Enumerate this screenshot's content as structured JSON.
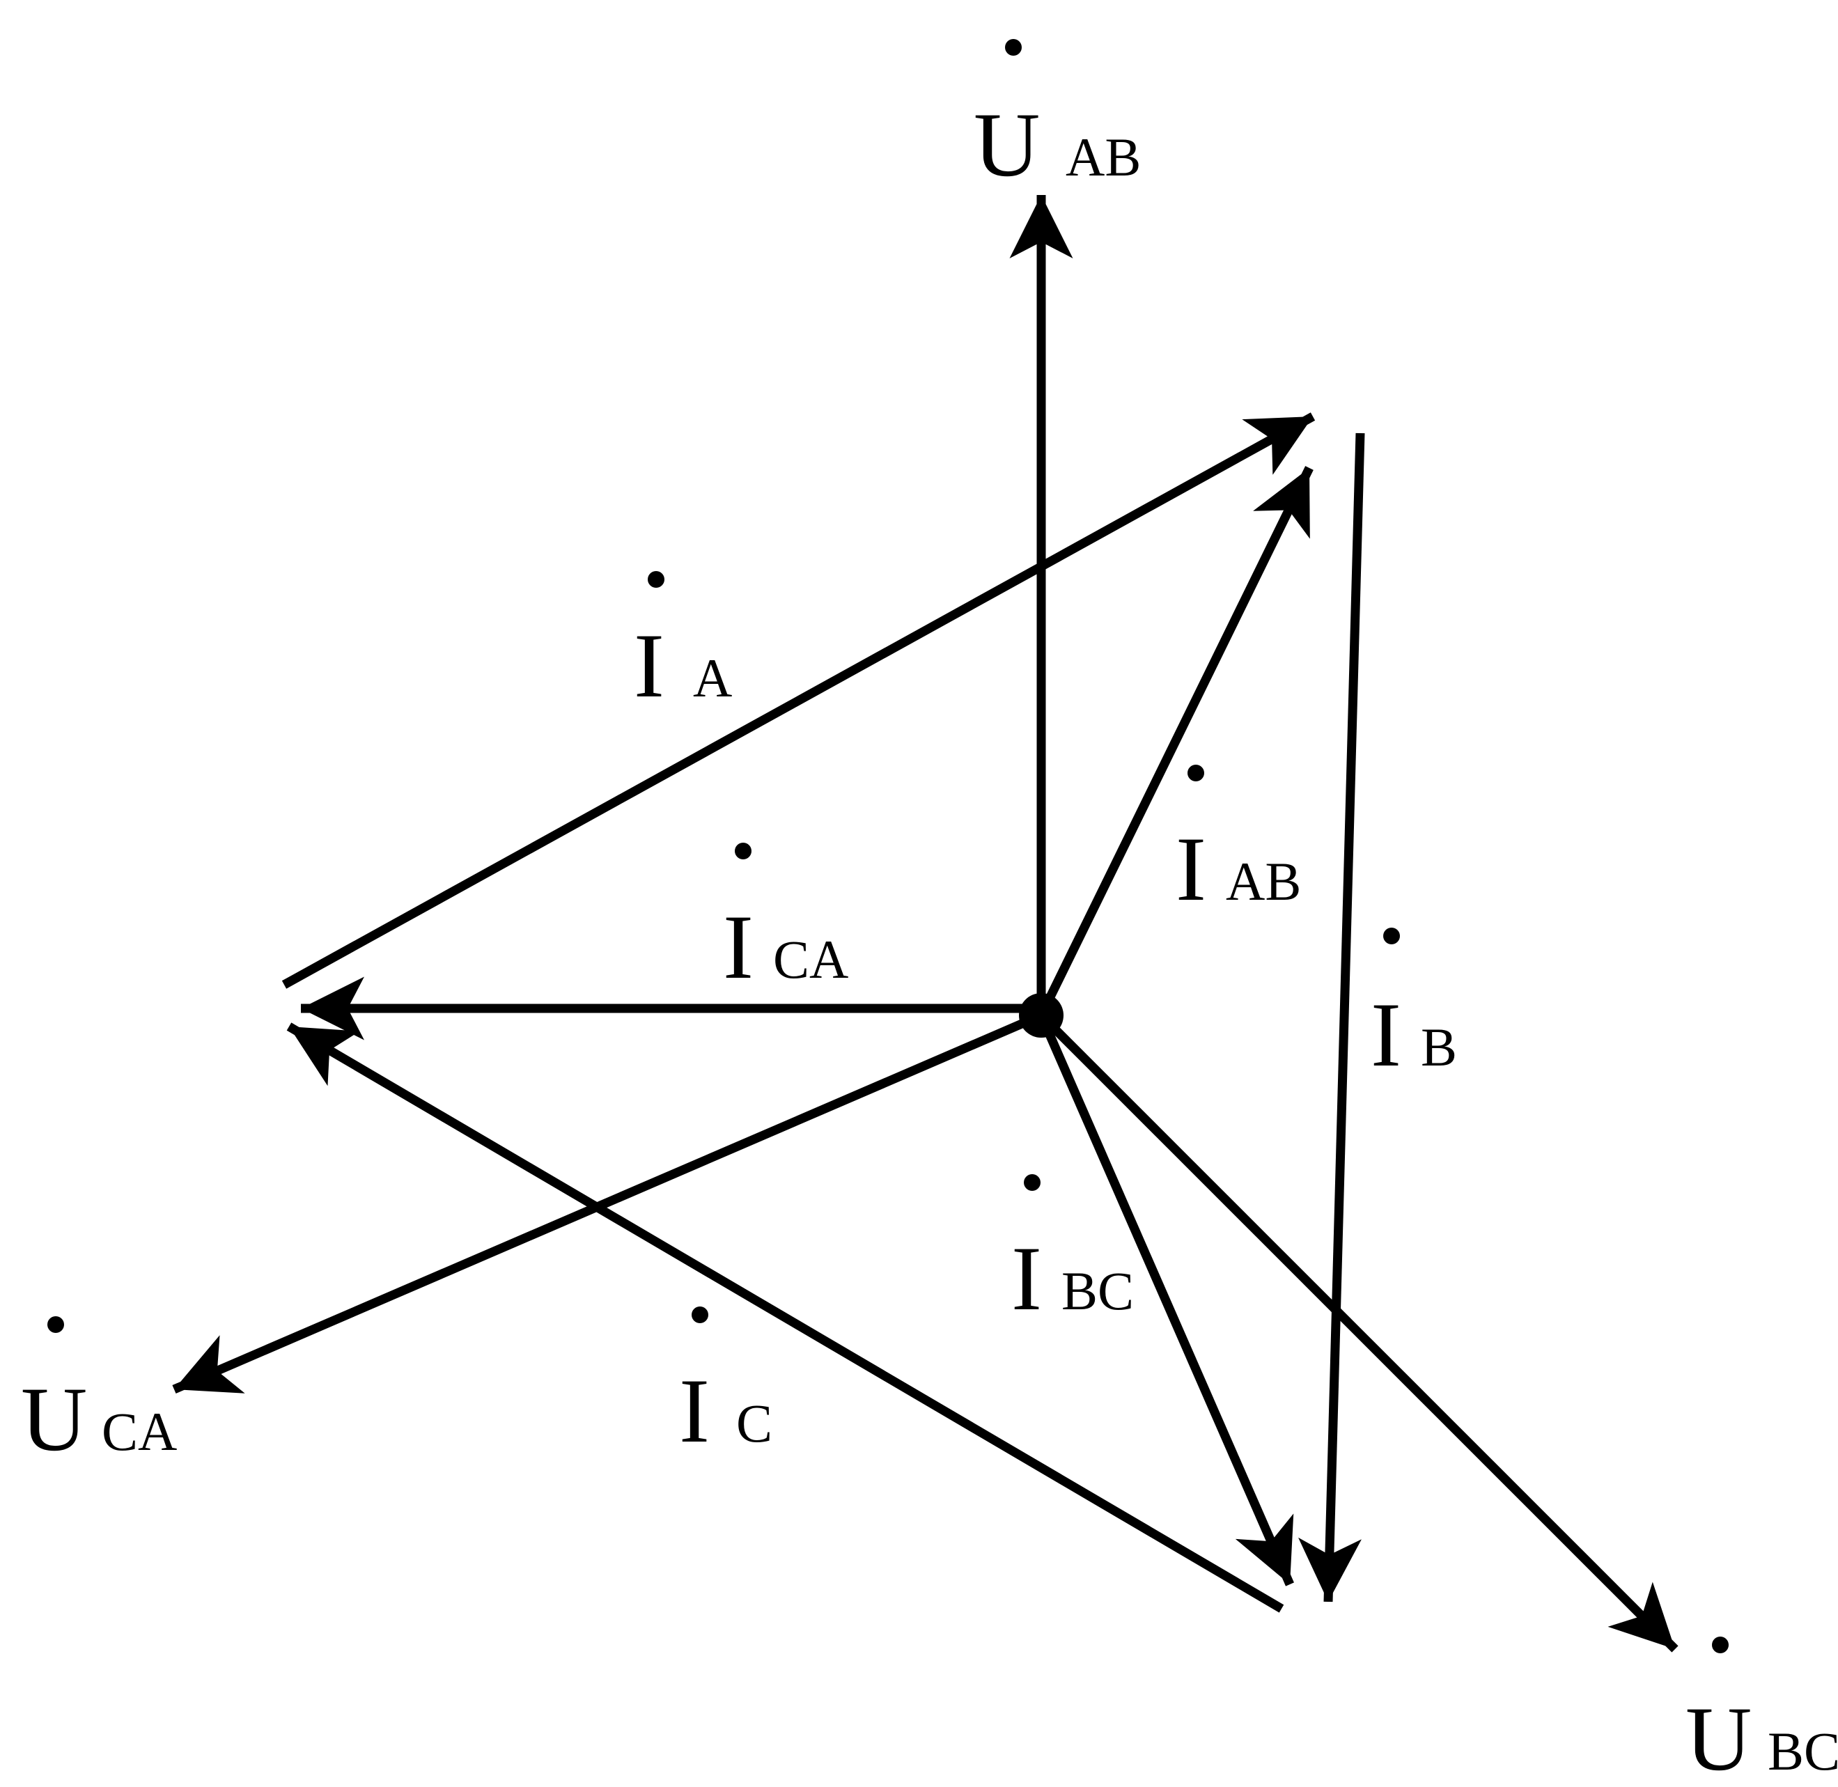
{
  "diagram": {
    "type": "phasor-diagram",
    "colors": {
      "ink": "#000000",
      "background": "#ffffff"
    },
    "labels": {
      "u_ab": {
        "main": "U",
        "sub": "AB",
        "dot": true
      },
      "u_bc": {
        "main": "U",
        "sub": "BC",
        "dot": true
      },
      "u_ca": {
        "main": "U",
        "sub": "CA",
        "dot": true
      },
      "i_a": {
        "main": "I",
        "sub": "A",
        "dot": true
      },
      "i_b": {
        "main": "I",
        "sub": "B",
        "dot": true
      },
      "i_c": {
        "main": "I",
        "sub": "C",
        "dot": true
      },
      "i_ab": {
        "main": "I",
        "sub": "AB",
        "dot": true
      },
      "i_bc": {
        "main": "I",
        "sub": "BC",
        "dot": true
      },
      "i_ca": {
        "main": "I",
        "sub": "CA",
        "dot": true
      }
    }
  }
}
